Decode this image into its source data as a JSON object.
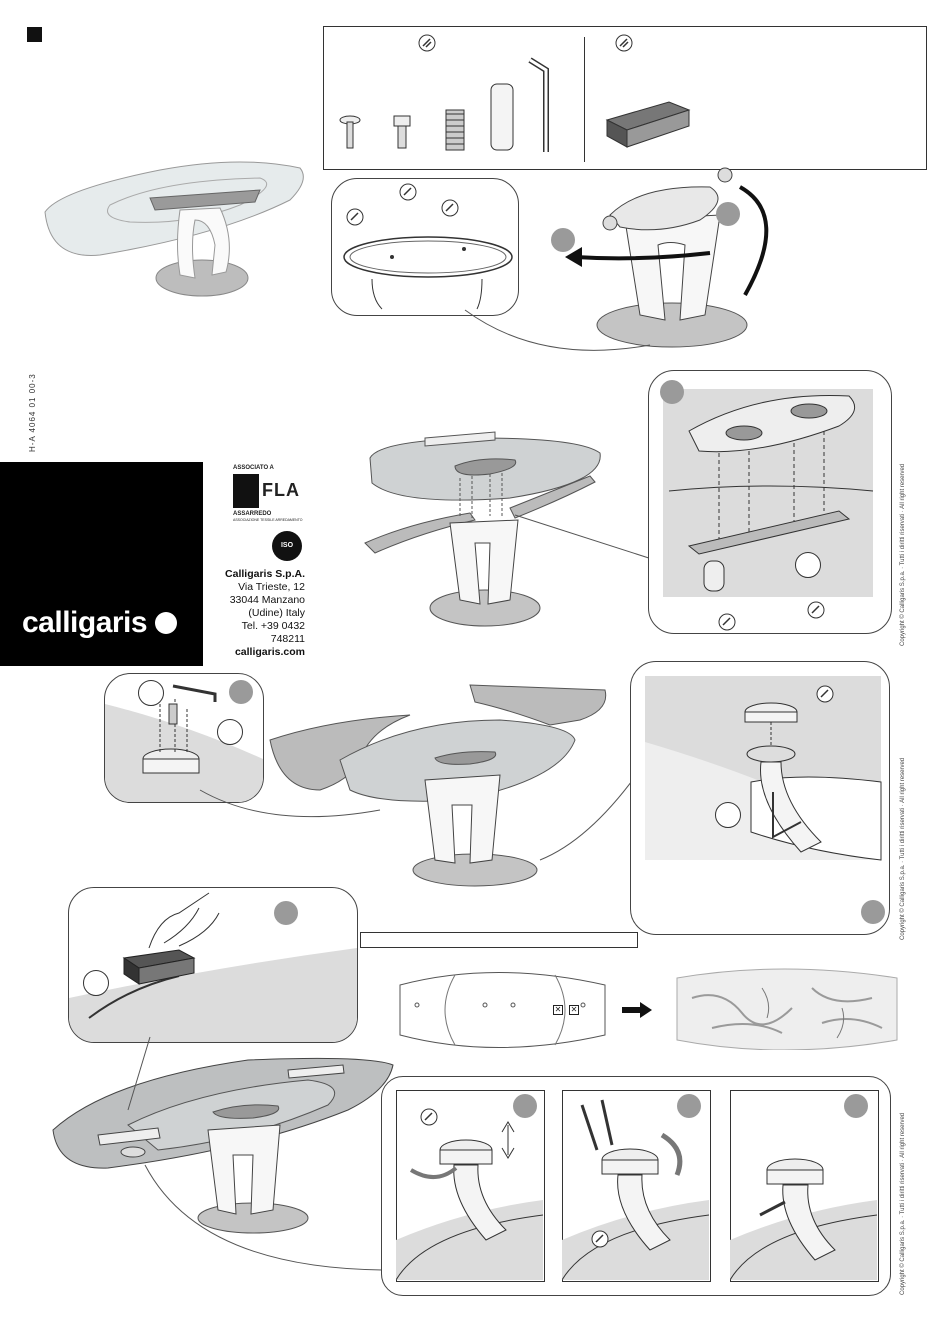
{
  "doc_code": "H-A 4064 01 00-3",
  "brand": {
    "name": "calligaris"
  },
  "company": {
    "name": "Calligaris S.p.A.",
    "street": "Via Trieste, 12",
    "city": "33044 Manzano",
    "region": "(Udine) Italy",
    "phone": "Tel. +39 0432 748211",
    "website": "calligaris.com"
  },
  "association": {
    "label": "ASSOCIATO A",
    "fla": "FLA",
    "assarredo": "ASSARREDO",
    "assarredo_sub": "ASSOCIAZIONE TESSILE ARREDAMENTO",
    "iso": "ISO"
  },
  "copyright": "Copyright © Calligaris S.p.a. · Tutti i diritti riservati · All right reserved",
  "icons": [
    "hand-screwdriver-icon",
    "arrow-right-icon",
    "step-badge",
    "callout-circle"
  ],
  "colors": {
    "black": "#000000",
    "badge_grey": "#9a9a9a",
    "panel_fill": "#dcdcdc",
    "glass": "#cfd2d3"
  }
}
